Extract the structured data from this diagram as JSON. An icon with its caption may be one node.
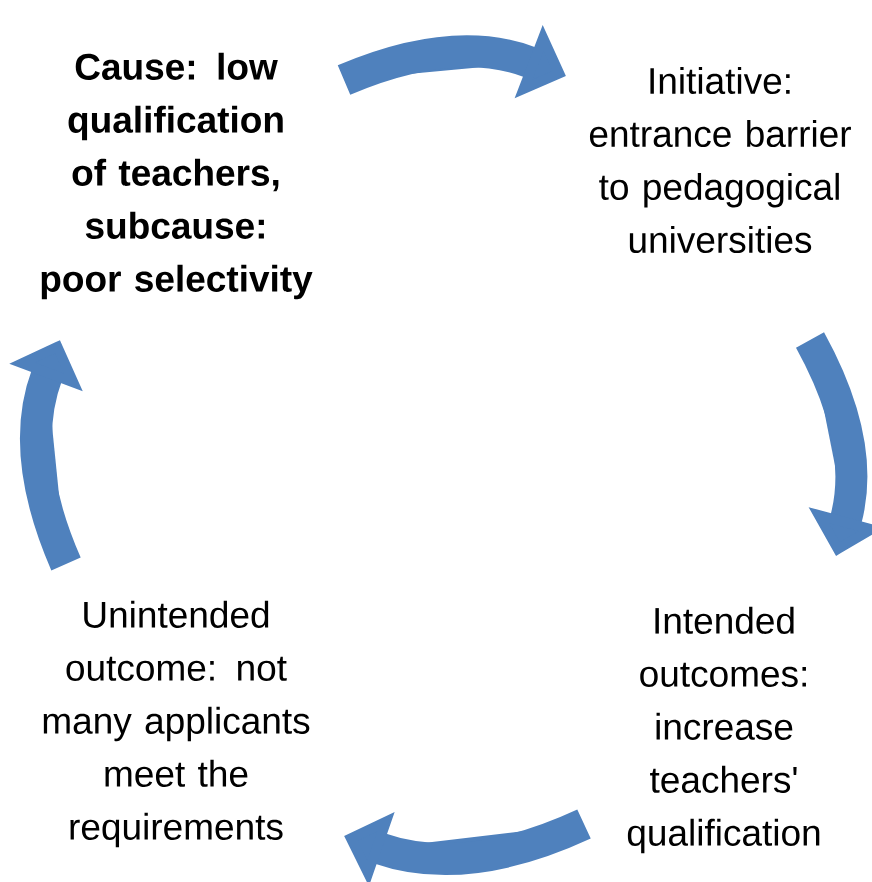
{
  "diagram": {
    "nodes": [
      {
        "text": [
          "Cause: low qualification of teachers, subcause: poor selectivity"
        ]
      },
      {
        "text": [
          "Initiative: entrance barrier to pedagogical universities"
        ]
      },
      {
        "text": [
          "Intended outcomes: increase teachers' qualification"
        ]
      },
      {
        "text": [
          "Unintended outcome: not many applicants meet the requirements"
        ]
      }
    ],
    "edges": [
      {
        "from": 0,
        "to": 1,
        "arrow": "to"
      },
      {
        "from": 1,
        "to": 2,
        "arrow": "to"
      },
      {
        "from": 2,
        "to": 3,
        "arrow": "to"
      },
      {
        "from": 3,
        "to": 0,
        "arrow": "to"
      }
    ]
  }
}
